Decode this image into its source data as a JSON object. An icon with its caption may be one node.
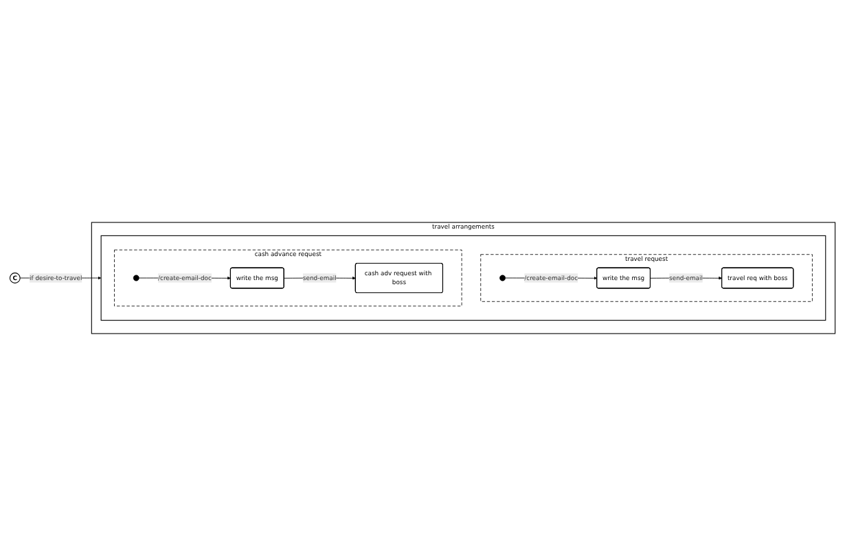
{
  "diagram": {
    "nodes": [
      {
        "text": [
          "travel arrangements"
        ]
      },
      {
        "text": [],
        "shape": "box",
        "in": 0
      },
      {
        "text": [
          "travel request"
        ],
        "in": 1
      },
      {
        "text": [],
        "shape": "circle",
        "in": 2
      },
      {
        "text": [
          "write the msg"
        ],
        "in": 2
      },
      {
        "text": [
          "travel req with boss"
        ],
        "in": 2
      },
      {
        "text": [
          "cash advance request"
        ],
        "in": 1
      },
      {
        "text": [],
        "shape": "circle",
        "in": 6
      },
      {
        "text": [
          "write the msg"
        ],
        "in": 6
      },
      {
        "text": [
          "cash adv request with boss"
        ],
        "in": 6
      },
      {
        "text": [
          "C"
        ]
      }
    ],
    "edges": [
      {
        "from": 10,
        "to": 1,
        "arrow": "to",
        "label": "if desire-to-travel"
      },
      {
        "from": 3,
        "to": 4,
        "arrow": "to",
        "label": "/create-email-doc"
      },
      {
        "from": 4,
        "to": 5,
        "arrow": "to",
        "label": "send-email"
      },
      {
        "from": 7,
        "to": 8,
        "arrow": "to",
        "label": "/create-email-doc"
      },
      {
        "from": 8,
        "to": 9,
        "arrow": "to",
        "label": "send-email"
      }
    ]
  }
}
